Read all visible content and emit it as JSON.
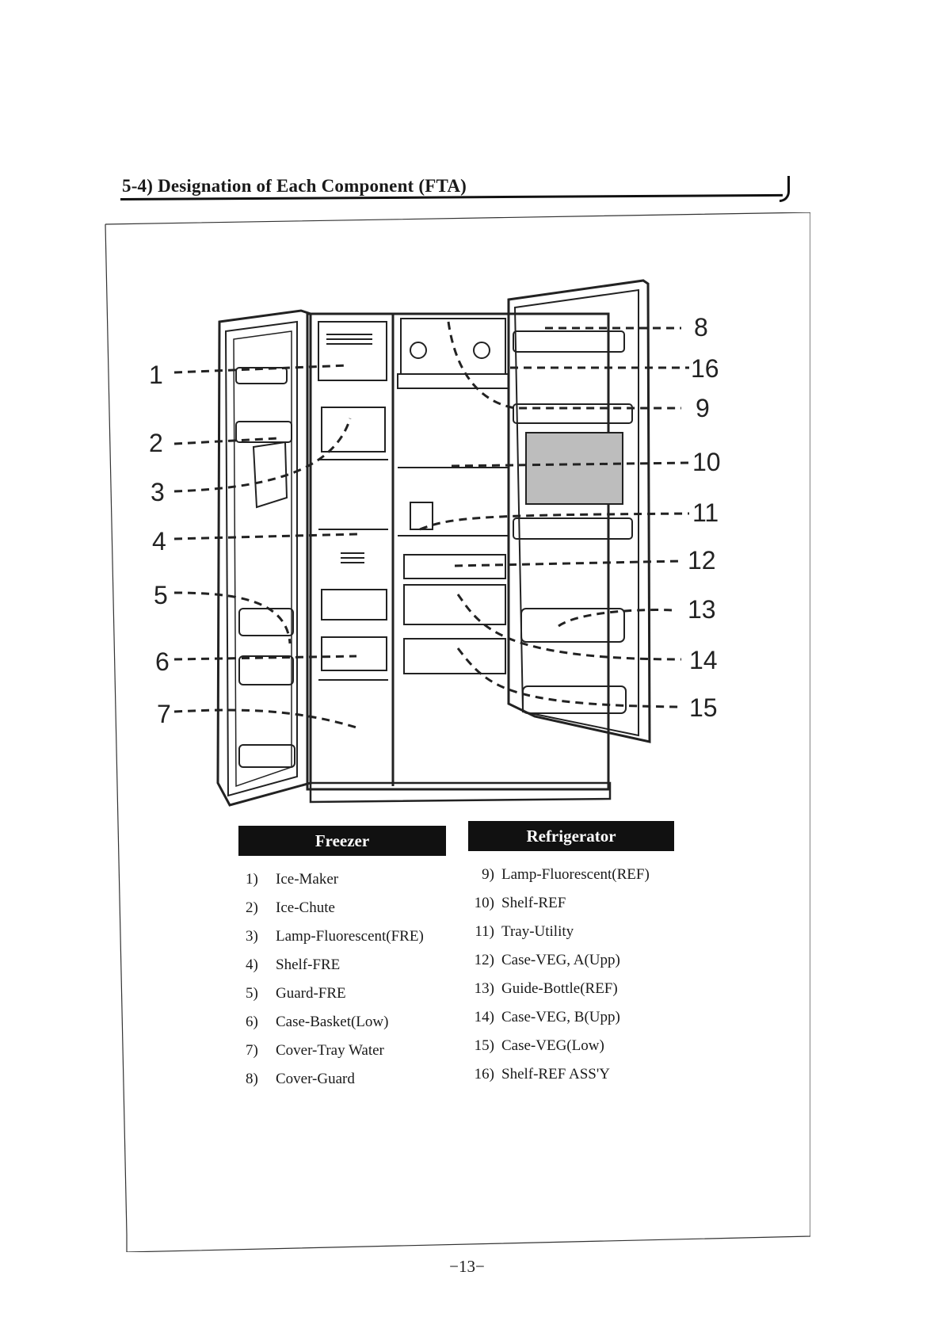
{
  "document": {
    "heading": "5-4) Designation of Each Component  (FTA)",
    "page_number": "−13−"
  },
  "callouts": [
    "1",
    "2",
    "3",
    "4",
    "5",
    "6",
    "7",
    "8",
    "9",
    "10",
    "11",
    "12",
    "13",
    "14",
    "15",
    "16"
  ],
  "freezer": {
    "header": "Freezer",
    "items": [
      {
        "num": "1)",
        "label": "Ice-Maker"
      },
      {
        "num": "2)",
        "label": "Ice-Chute"
      },
      {
        "num": "3)",
        "label": "Lamp-Fluorescent(FRE)"
      },
      {
        "num": "4)",
        "label": "Shelf-FRE"
      },
      {
        "num": "5)",
        "label": "Guard-FRE"
      },
      {
        "num": "6)",
        "label": "Case-Basket(Low)"
      },
      {
        "num": "7)",
        "label": "Cover-Tray Water"
      },
      {
        "num": "8)",
        "label": "Cover-Guard"
      }
    ]
  },
  "refrigerator": {
    "header": "Refrigerator",
    "items": [
      {
        "num": "9)",
        "label": "Lamp-Fluorescent(REF)"
      },
      {
        "num": "10)",
        "label": "Shelf-REF"
      },
      {
        "num": "11)",
        "label": "Tray-Utility"
      },
      {
        "num": "12)",
        "label": "Case-VEG, A(Upp)"
      },
      {
        "num": "13)",
        "label": "Guide-Bottle(REF)"
      },
      {
        "num": "14)",
        "label": "Case-VEG, B(Upp)"
      },
      {
        "num": "15)",
        "label": "Case-VEG(Low)"
      },
      {
        "num": "16)",
        "label": "Shelf-REF ASS'Y"
      }
    ]
  }
}
